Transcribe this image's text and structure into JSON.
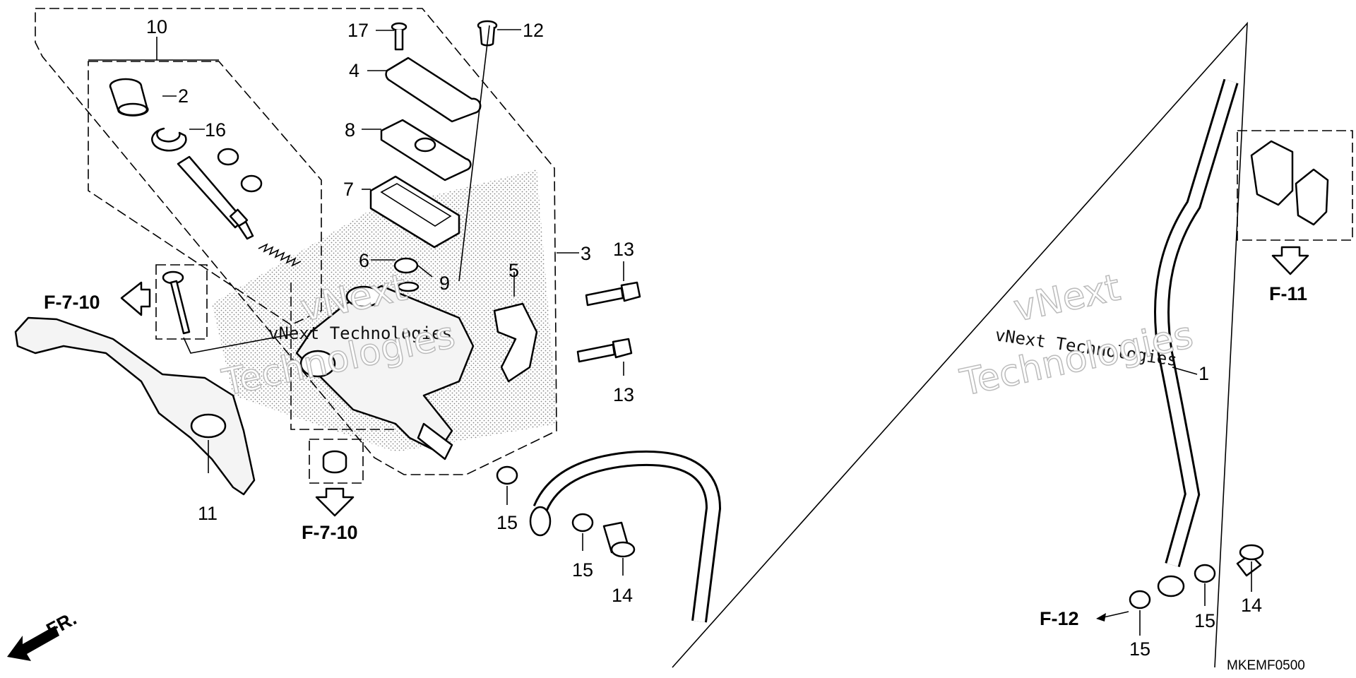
{
  "diagram": {
    "callouts": {
      "c1": "1",
      "c2": "2",
      "c3": "3",
      "c4": "4",
      "c5": "5",
      "c6": "6",
      "c7": "7",
      "c8": "8",
      "c9": "9",
      "c10": "10",
      "c11": "11",
      "c12": "12",
      "c13a": "13",
      "c13b": "13",
      "c14a": "14",
      "c14b": "14",
      "c15a": "15",
      "c15b": "15",
      "c15c": "15",
      "c15d": "15",
      "c16": "16",
      "c17": "17"
    },
    "references": {
      "f7_10_left": "F-7-10",
      "f7_10_bottom": "F-7-10",
      "f11": "F-11",
      "f12": "F-12"
    },
    "front_marker": "FR.",
    "diagram_code": "MKEMF0500",
    "watermark": {
      "small": "vNext Technologies",
      "big_line1": "vNext",
      "big_line2": "Technologies"
    }
  }
}
